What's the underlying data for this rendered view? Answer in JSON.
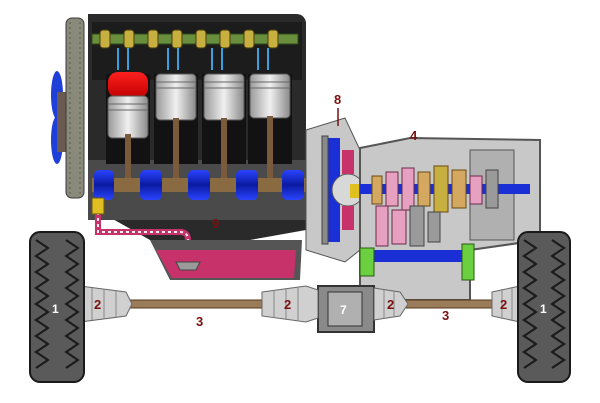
{
  "diagram": {
    "callouts": {
      "front_wheel_left": "1",
      "front_wheel_right": "1",
      "boot_left_outer": "2",
      "boot_left_inner": "2",
      "boot_right_inner": "2",
      "boot_right_outer": "2",
      "shaft_left": "3",
      "shaft_right": "3",
      "gearbox": "4",
      "differential": "7",
      "clutch": "8",
      "sump": "9"
    },
    "colors": {
      "engine_block": "#2a2a2a",
      "gearbox_body": "#c8c8c8",
      "camshaft": "#6a8f3c",
      "crankshaft": "#1a2fd6",
      "oil_sump": "#c8326a",
      "hot_piston": "#e01010",
      "tire": "#5a5a5a",
      "driveshaft": "#9a7b5a",
      "labels": "#7a1010"
    }
  }
}
